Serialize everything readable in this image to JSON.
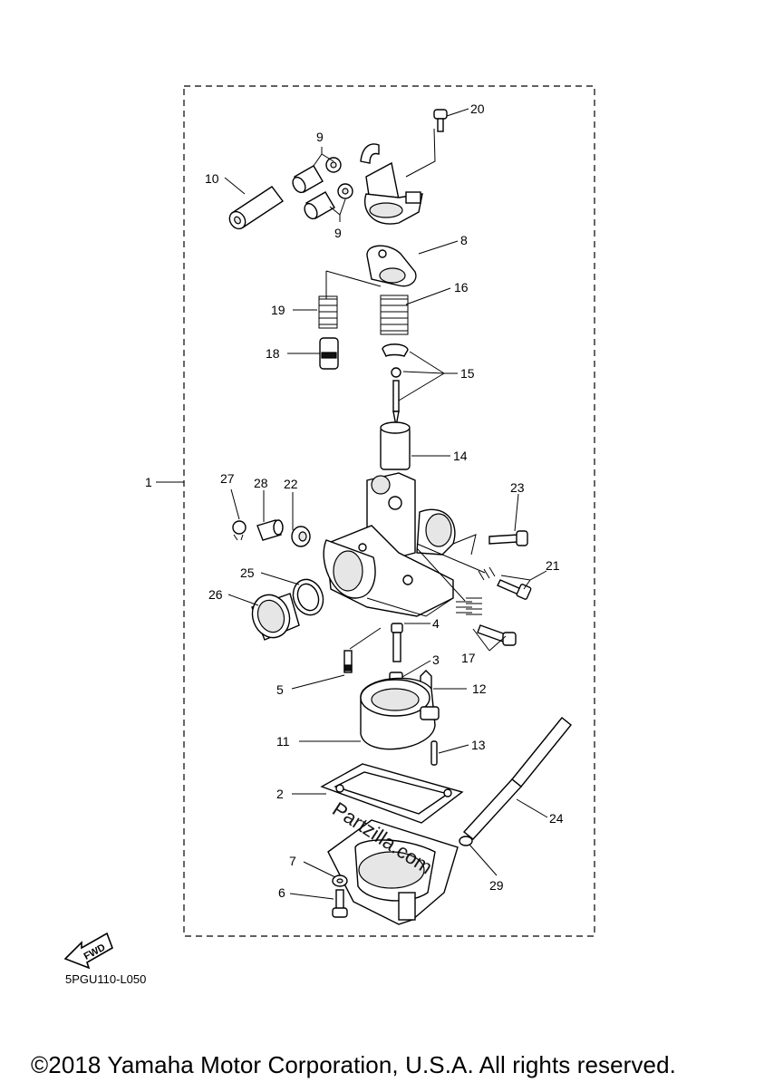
{
  "callouts": {
    "p1": "1",
    "p2": "2",
    "p3": "3",
    "p4": "4",
    "p5": "5",
    "p6": "6",
    "p7": "7",
    "p8": "8",
    "p9a": "9",
    "p9b": "9",
    "p10": "10",
    "p11": "11",
    "p12": "12",
    "p13": "13",
    "p14": "14",
    "p15": "15",
    "p16": "16",
    "p17": "17",
    "p18": "18",
    "p19": "19",
    "p20": "20",
    "p21": "21",
    "p22": "22",
    "p23": "23",
    "p24": "24",
    "p25": "25",
    "p26": "26",
    "p27": "27",
    "p28": "28",
    "p29": "29"
  },
  "fwd_label": "FWD",
  "diagram_code": "5PGU110-L050",
  "copyright": "©2018 Yamaha Motor Corporation, U.S.A. All rights reserved.",
  "watermark": "Partzilla.com"
}
